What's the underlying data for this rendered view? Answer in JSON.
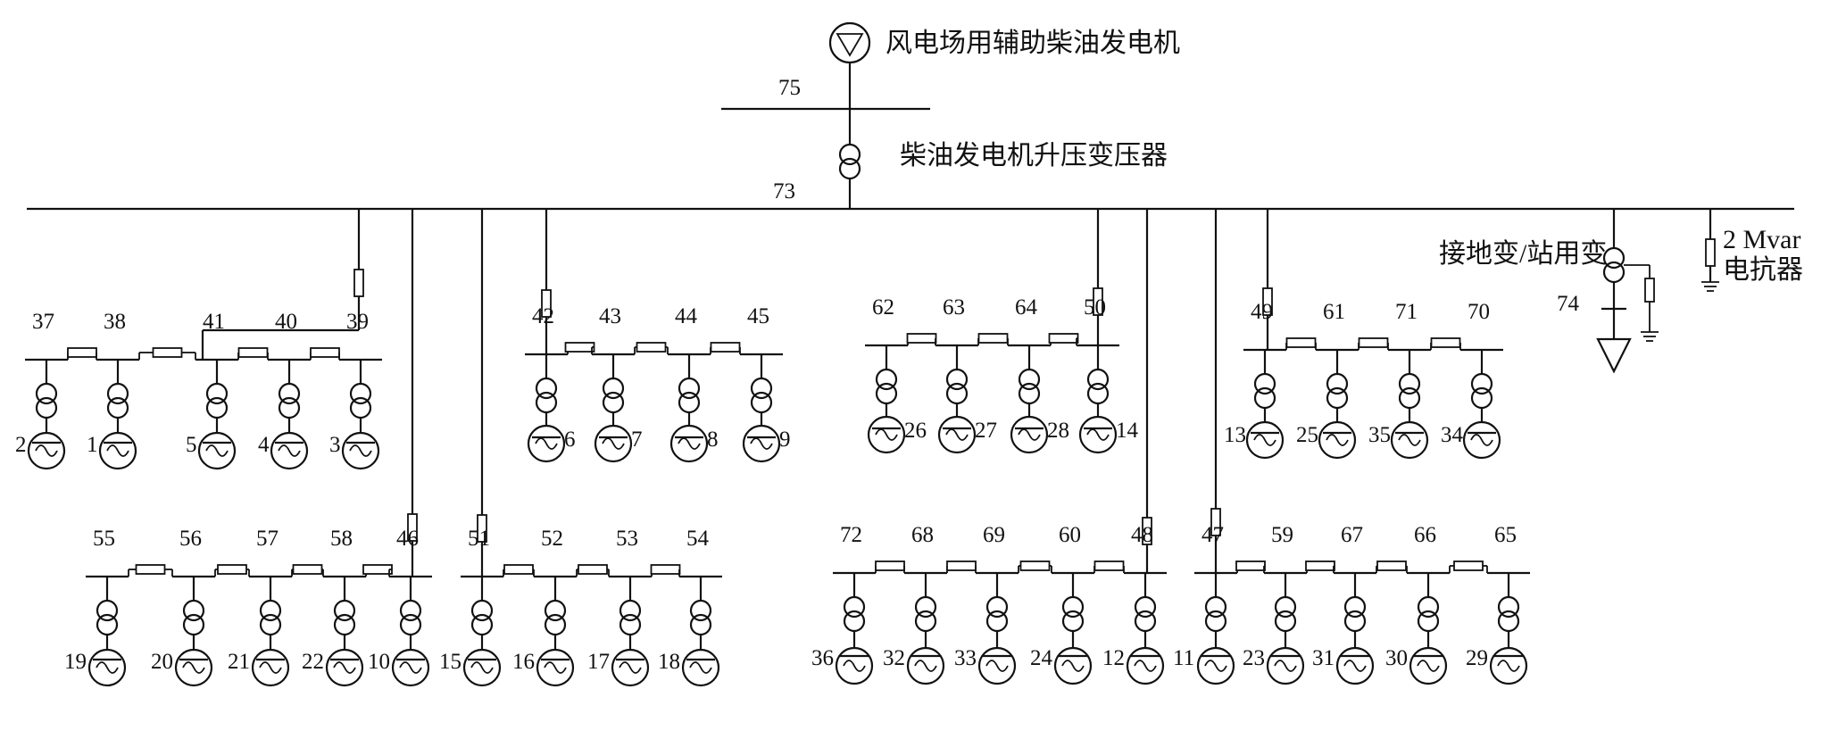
{
  "captions": {
    "diesel_generator": "风电场用辅助柴油发电机",
    "diesel_transformer": "柴油发电机升压变压器",
    "grounding_transformer": "接地变/站用变",
    "reactor_rating": "2 Mvar",
    "reactor_name": "电抗器"
  },
  "bus_labels": {
    "b75": "75",
    "b73": "73",
    "b74": "74"
  },
  "feeders": [
    {
      "buses": [
        "37",
        "38",
        "41",
        "40",
        "39"
      ],
      "units": [
        "2",
        "1",
        "5",
        "4",
        "3"
      ]
    },
    {
      "buses": [
        "42",
        "43",
        "44",
        "45"
      ],
      "units": [
        "6",
        "7",
        "8",
        "9"
      ]
    },
    {
      "buses": [
        "62",
        "63",
        "64",
        "50"
      ],
      "units": [
        "26",
        "27",
        "28",
        "14"
      ]
    },
    {
      "buses": [
        "49",
        "61",
        "71",
        "70"
      ],
      "units": [
        "13",
        "25",
        "35",
        "34"
      ]
    },
    {
      "buses": [
        "55",
        "56",
        "57",
        "58",
        "46"
      ],
      "units": [
        "19",
        "20",
        "21",
        "22",
        "10"
      ]
    },
    {
      "buses": [
        "51",
        "52",
        "53",
        "54"
      ],
      "units": [
        "15",
        "16",
        "17",
        "18"
      ]
    },
    {
      "buses": [
        "72",
        "68",
        "69",
        "60",
        "48"
      ],
      "units": [
        "36",
        "32",
        "33",
        "24",
        "12"
      ]
    },
    {
      "buses": [
        "47",
        "59",
        "67",
        "66",
        "65"
      ],
      "units": [
        "11",
        "23",
        "31",
        "30",
        "29"
      ]
    }
  ]
}
